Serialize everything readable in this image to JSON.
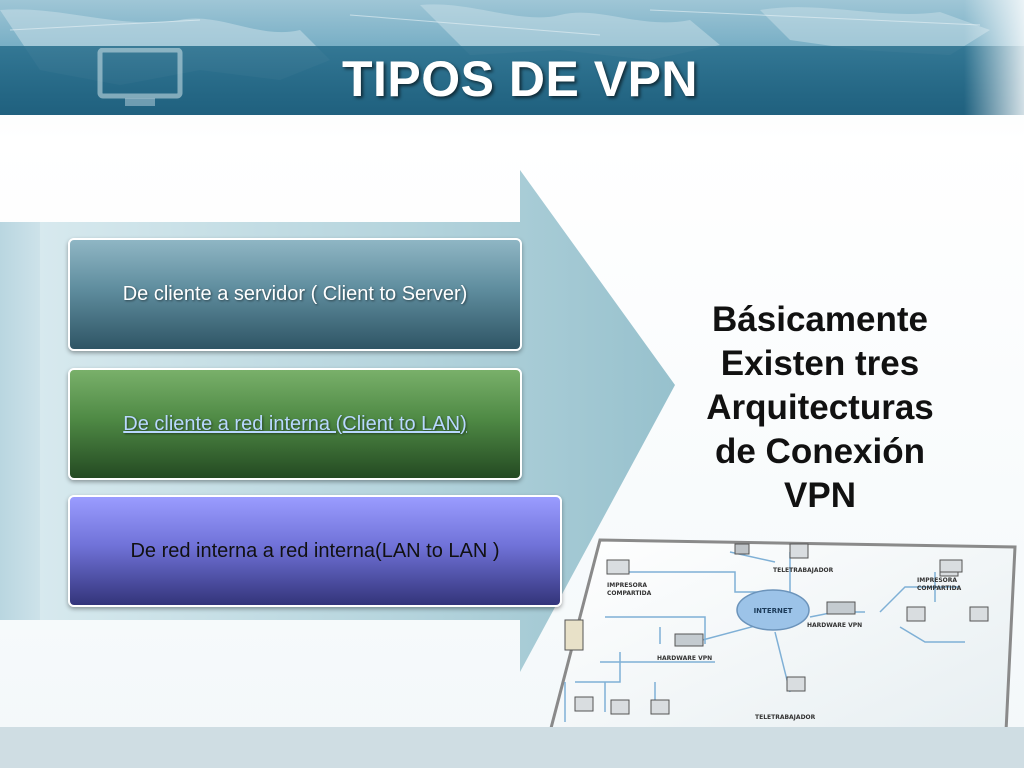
{
  "slide": {
    "title": "TIPOS DE VPN",
    "items": [
      "De cliente a servidor ( Client to Server)",
      "De cliente a red interna (Client to LAN)",
      "De red interna a red interna(LAN to LAN )"
    ],
    "summary_lines": [
      "Básicamente",
      "Existen tres",
      "Arquitecturas",
      "de Conexión",
      "VPN"
    ]
  },
  "diagram": {
    "labels": {
      "internet": "INTERNET",
      "teletrabajador_top": "TELETRABAJADOR",
      "teletrabajador_bottom": "TELETRABAJADOR",
      "impresora_left_1": "IMPRESORA",
      "impresora_left_2": "COMPARTIDA",
      "impresora_right_1": "IMPRESORA",
      "impresora_right_2": "COMPARTIDA",
      "hardware_left": "HARDWARE VPN",
      "hardware_right": "HARDWARE VPN"
    }
  },
  "colors": {
    "box1": "#5f8d9e",
    "box2": "#4f8a45",
    "box3": "#7072d8",
    "arrow": "#a9cdd8",
    "link": "#b9d8ff"
  }
}
